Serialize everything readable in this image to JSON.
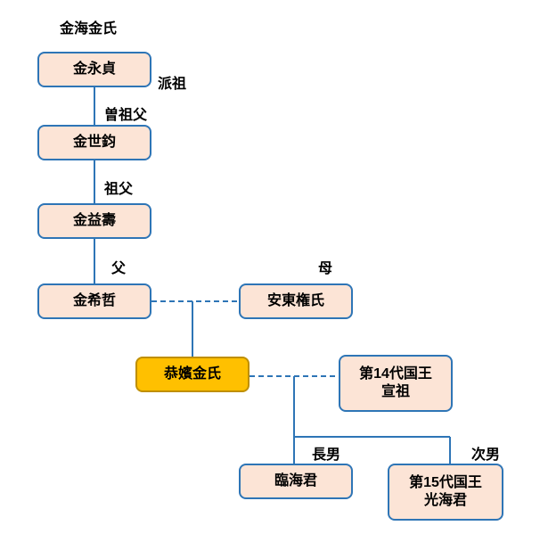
{
  "diagram": {
    "clan_title": "金海金氏",
    "nodes": [
      {
        "label": "金永貞"
      },
      {
        "label": "金世鈞"
      },
      {
        "label": "金益壽"
      },
      {
        "label": "金希哲"
      },
      {
        "label": "安東権氏"
      },
      {
        "label": "恭嬪金氏"
      },
      {
        "label": "第14代国王\n宣祖"
      },
      {
        "label": "臨海君"
      },
      {
        "label": "第15代国王\n光海君"
      }
    ],
    "relation_labels": {
      "branch_founder": "派祖",
      "great_grandfather": "曽祖父",
      "grandfather": "祖父",
      "father": "父",
      "mother": "母",
      "eldest_son": "長男",
      "second_son": "次男"
    }
  },
  "colors": {
    "box_fill": "#FCE4D6",
    "box_border": "#2E75B6",
    "highlight_fill": "#FFC000",
    "highlight_border": "#BF8F00",
    "connector": "#2E75B6",
    "text": "#000000"
  }
}
